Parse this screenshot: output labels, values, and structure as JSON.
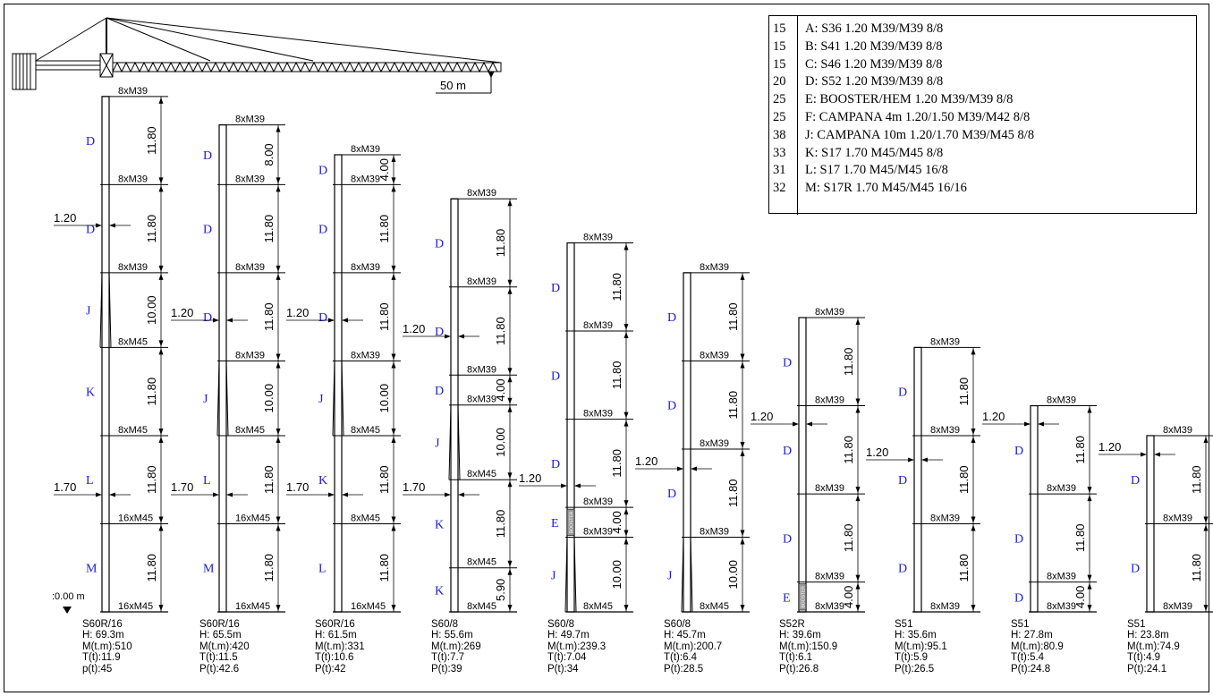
{
  "legend": {
    "items": [
      {
        "count": "15",
        "text": "A: S36 1.20 M39/M39 8/8"
      },
      {
        "count": "15",
        "text": "B: S41 1.20 M39/M39 8/8"
      },
      {
        "count": "15",
        "text": "C: S46 1.20 M39/M39 8/8"
      },
      {
        "count": "20",
        "text": "D: S52 1.20 M39/M39 8/8"
      },
      {
        "count": "25",
        "text": "E: BOOSTER/HEM 1.20 M39/M39 8/8"
      },
      {
        "count": "25",
        "text": "F: CAMPANA 4m 1.20/1.50 M39/M42 8/8"
      },
      {
        "count": "38",
        "text": "J: CAMPANA 10m 1.20/1.70 M39/M45 8/8"
      },
      {
        "count": "33",
        "text": "K: S17 1.70 M45/M45 8/8"
      },
      {
        "count": "31",
        "text": "L: S17 1.70 M45/M45 16/8"
      },
      {
        "count": "32",
        "text": "M: S17R 1.70 M45/M45 16/16"
      }
    ]
  },
  "scale_label": "50 m",
  "ground_label": ":0.00 m",
  "booster_label": "BOOSTER",
  "towers": [
    {
      "model": "S60R/16",
      "height": "H: 69.3m",
      "moment": "M(t.m):510",
      "torque": "T(t):11.9",
      "load": "p(t):45",
      "top_bolt": "8xM39",
      "sections": [
        {
          "letter": "D",
          "len": "11.80",
          "bolt": "8xM39"
        },
        {
          "letter": "D",
          "len": "11.80",
          "bolt": "8xM39"
        },
        {
          "letter": "J",
          "len": "10.00",
          "bolt": "8xM45"
        },
        {
          "letter": "K",
          "len": "11.80",
          "bolt": "8xM45"
        },
        {
          "letter": "L",
          "len": "11.80",
          "bolt": "16xM45"
        },
        {
          "letter": "M",
          "len": "11.80",
          "bolt": "16xM45"
        }
      ],
      "widths": [
        "1.20",
        "1.70"
      ]
    },
    {
      "model": "S60R/16",
      "height": "H: 65.5m",
      "moment": "M(t.m):420",
      "torque": "T(t):11.5",
      "load": "P(t):42.6",
      "top_bolt": "8xM39",
      "sections": [
        {
          "letter": "D",
          "len": "8.00",
          "bolt": "8xM39"
        },
        {
          "letter": "D",
          "len": "11.80",
          "bolt": "8xM39"
        },
        {
          "letter": "D",
          "len": "11.80",
          "bolt": "8xM39"
        },
        {
          "letter": "J",
          "len": "10.00",
          "bolt": "8xM45"
        },
        {
          "letter": "L",
          "len": "11.80",
          "bolt": "16xM45"
        },
        {
          "letter": "M",
          "len": "11.80",
          "bolt": "16xM45"
        }
      ],
      "widths": [
        "1.20",
        "1.70"
      ]
    },
    {
      "model": "S60R/16",
      "height": "H: 61.5m",
      "moment": "M(t.m):331",
      "torque": "T(t):10.6",
      "load": "P(t):42",
      "top_bolt": "8xM39",
      "sections": [
        {
          "letter": "D",
          "len": "4.00",
          "bolt": "8xM39"
        },
        {
          "letter": "D",
          "len": "11.80",
          "bolt": "8xM39"
        },
        {
          "letter": "D",
          "len": "11.80",
          "bolt": "8xM39"
        },
        {
          "letter": "J",
          "len": "10.00",
          "bolt": "8xM45"
        },
        {
          "letter": "K",
          "len": "11.80",
          "bolt": "8xM45"
        },
        {
          "letter": "L",
          "len": "11.80",
          "bolt": "16xM45"
        }
      ],
      "widths": [
        "1.20",
        "1.70"
      ]
    },
    {
      "model": "S60/8",
      "height": "H: 55.6m",
      "moment": "M(t.m):269",
      "torque": "T(t):7.7",
      "load": "P(t):39",
      "top_bolt": "8xM39",
      "sections": [
        {
          "letter": "D",
          "len": "11.80",
          "bolt": "8xM39"
        },
        {
          "letter": "D",
          "len": "11.80",
          "bolt": "8xM39"
        },
        {
          "letter": "D",
          "len": "4.00",
          "bolt": "8xM39"
        },
        {
          "letter": "J",
          "len": "10.00",
          "bolt": "8xM45"
        },
        {
          "letter": "K",
          "len": "11.80",
          "bolt": "8xM45"
        },
        {
          "letter": "K",
          "len": "5.90",
          "bolt": "8xM45"
        }
      ],
      "widths": [
        "1.20",
        "1.70"
      ]
    },
    {
      "model": "S60/8",
      "height": "H: 49.7m",
      "moment": "M(t.m):239.3",
      "torque": "T(t):7.04",
      "load": "P(t):34",
      "top_bolt": "8xM39",
      "sections": [
        {
          "letter": "D",
          "len": "11.80",
          "bolt": "8xM39"
        },
        {
          "letter": "D",
          "len": "11.80",
          "bolt": "8xM39"
        },
        {
          "letter": "D",
          "len": "11.80",
          "bolt": "8xM39"
        },
        {
          "letter": "E",
          "len": "4.00",
          "bolt": "8xM39"
        },
        {
          "letter": "J",
          "len": "10.00",
          "bolt": "8xM45"
        }
      ],
      "widths": [
        "1.20"
      ]
    },
    {
      "model": "S60/8",
      "height": "H: 45.7m",
      "moment": "M(t.m):200.7",
      "torque": "T(t):6.4",
      "load": "P(t):28.5",
      "top_bolt": "8xM39",
      "sections": [
        {
          "letter": "D",
          "len": "11.80",
          "bolt": "8xM39"
        },
        {
          "letter": "D",
          "len": "11.80",
          "bolt": "8xM39"
        },
        {
          "letter": "D",
          "len": "11.80",
          "bolt": "8xM39"
        },
        {
          "letter": "J",
          "len": "10.00",
          "bolt": "8xM45"
        }
      ],
      "widths": [
        "1.20"
      ]
    },
    {
      "model": "S52R",
      "height": "H: 39.6m",
      "moment": "M(t.m):150.9",
      "torque": "T(t):6.1",
      "load": "P(t):26.8",
      "top_bolt": "8xM39",
      "sections": [
        {
          "letter": "D",
          "len": "11.80",
          "bolt": "8xM39"
        },
        {
          "letter": "D",
          "len": "11.80",
          "bolt": "8xM39"
        },
        {
          "letter": "D",
          "len": "11.80",
          "bolt": "8xM39"
        },
        {
          "letter": "E",
          "len": "4.00",
          "bolt": "8xM39"
        }
      ],
      "widths": [
        "1.20"
      ]
    },
    {
      "model": "S51",
      "height": "H: 35.6m",
      "moment": "M(t.m):95.1",
      "torque": "T(t):5.9",
      "load": "P(t):26.5",
      "top_bolt": "8xM39",
      "sections": [
        {
          "letter": "D",
          "len": "11.80",
          "bolt": "8xM39"
        },
        {
          "letter": "D",
          "len": "11.80",
          "bolt": "8xM39"
        },
        {
          "letter": "D",
          "len": "11.80",
          "bolt": "8xM39"
        }
      ],
      "widths": [
        "1.20"
      ]
    },
    {
      "model": "S51",
      "height": "H: 27.8m",
      "moment": "M(t.m):80.9",
      "torque": "T(t):5.4",
      "load": "P(t):24.8",
      "top_bolt": "8xM39",
      "sections": [
        {
          "letter": "D",
          "len": "11.80",
          "bolt": "8xM39"
        },
        {
          "letter": "D",
          "len": "11.80",
          "bolt": "8xM39"
        },
        {
          "letter": "D",
          "len": "4.00",
          "bolt": "8xM39"
        }
      ],
      "widths": [
        "1.20"
      ]
    },
    {
      "model": "S51",
      "height": "H: 23.8m",
      "moment": "M(t.m):74.9",
      "torque": "T(t):4.9",
      "load": "P(t):24.1",
      "top_bolt": "8xM39",
      "sections": [
        {
          "letter": "D",
          "len": "11.80",
          "bolt": "8xM39"
        },
        {
          "letter": "D",
          "len": "11.80",
          "bolt": "8xM39"
        }
      ],
      "widths": [
        "1.20"
      ]
    }
  ]
}
